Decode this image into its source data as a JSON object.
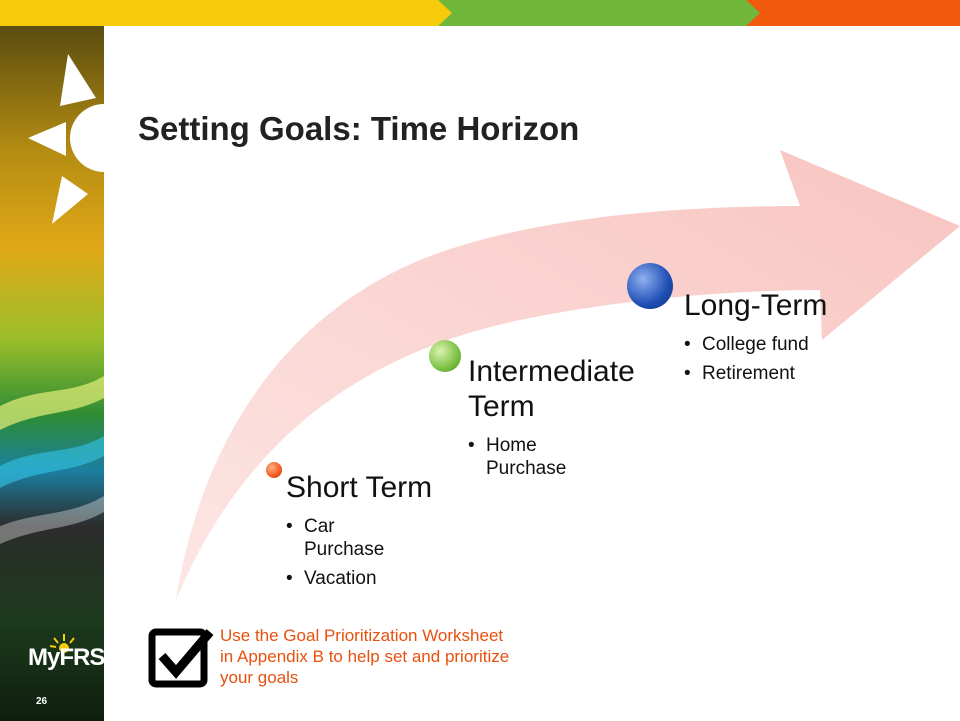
{
  "slide": {
    "title": "Setting Goals: Time Horizon",
    "page_number": "26",
    "colors": {
      "band_yellow": "#f6cb0c",
      "band_green": "#70b63a",
      "band_orange": "#f25a0e",
      "arrow": "#f9c9c6",
      "note_text": "#e8500e"
    }
  },
  "milestones": [
    {
      "heading": "Short Term",
      "items": [
        "Car Purchase",
        "Vacation"
      ],
      "dot_color": "#f05a1a"
    },
    {
      "heading": "Intermediate Term",
      "items": [
        "Home Purchase"
      ],
      "dot_color": "#7cc142"
    },
    {
      "heading": "Long-Term",
      "items": [
        "College fund",
        "Retirement"
      ],
      "dot_color": "#1f4fb5"
    }
  ],
  "note": {
    "text": "Use the Goal Prioritization Worksheet in Appendix B to help set and prioritize your goals",
    "icon": "checkbox-checked-icon"
  },
  "logo": {
    "text": "MyFRS",
    "icon": "sun-logo-icon"
  }
}
